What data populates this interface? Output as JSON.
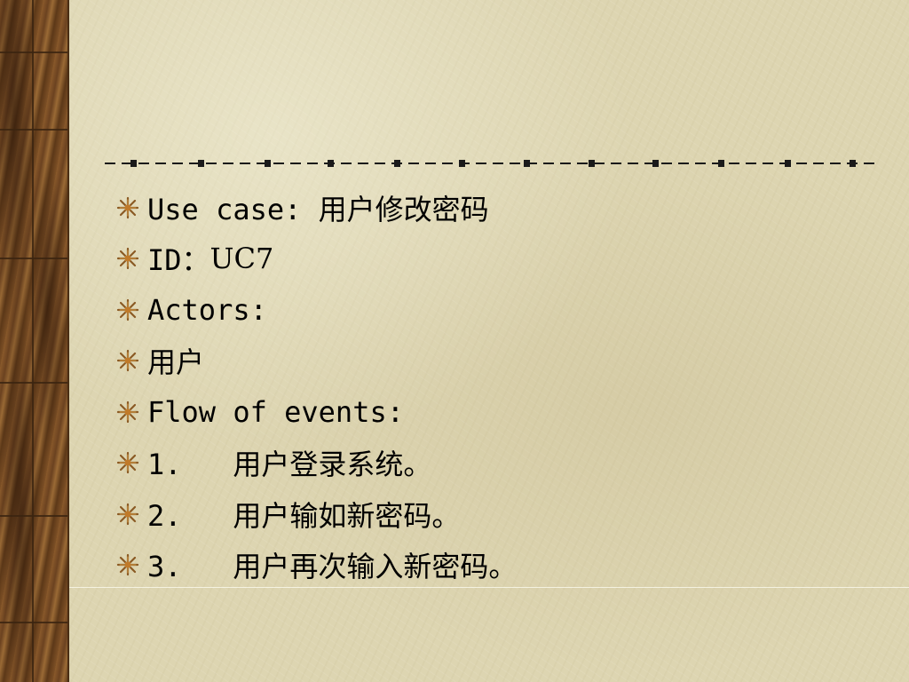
{
  "slide": {
    "bullets": [
      {
        "text": "Use case: 用户修改密码"
      },
      {
        "prefix": "ID：",
        "text": "UC7"
      },
      {
        "text": "Actors:"
      },
      {
        "text": "用户"
      },
      {
        "text": "Flow of events:"
      },
      {
        "text": "1.   用户登录系统。"
      },
      {
        "text": "2.   用户输如新密码。"
      },
      {
        "text": "3.   用户再次输入新密码。"
      }
    ],
    "bullet_icon": "star-bullet-icon",
    "colors": {
      "background": "#ddd5b1",
      "wood": "#7a4e25",
      "text": "#000000",
      "bullet": "#9c6b2e"
    }
  }
}
